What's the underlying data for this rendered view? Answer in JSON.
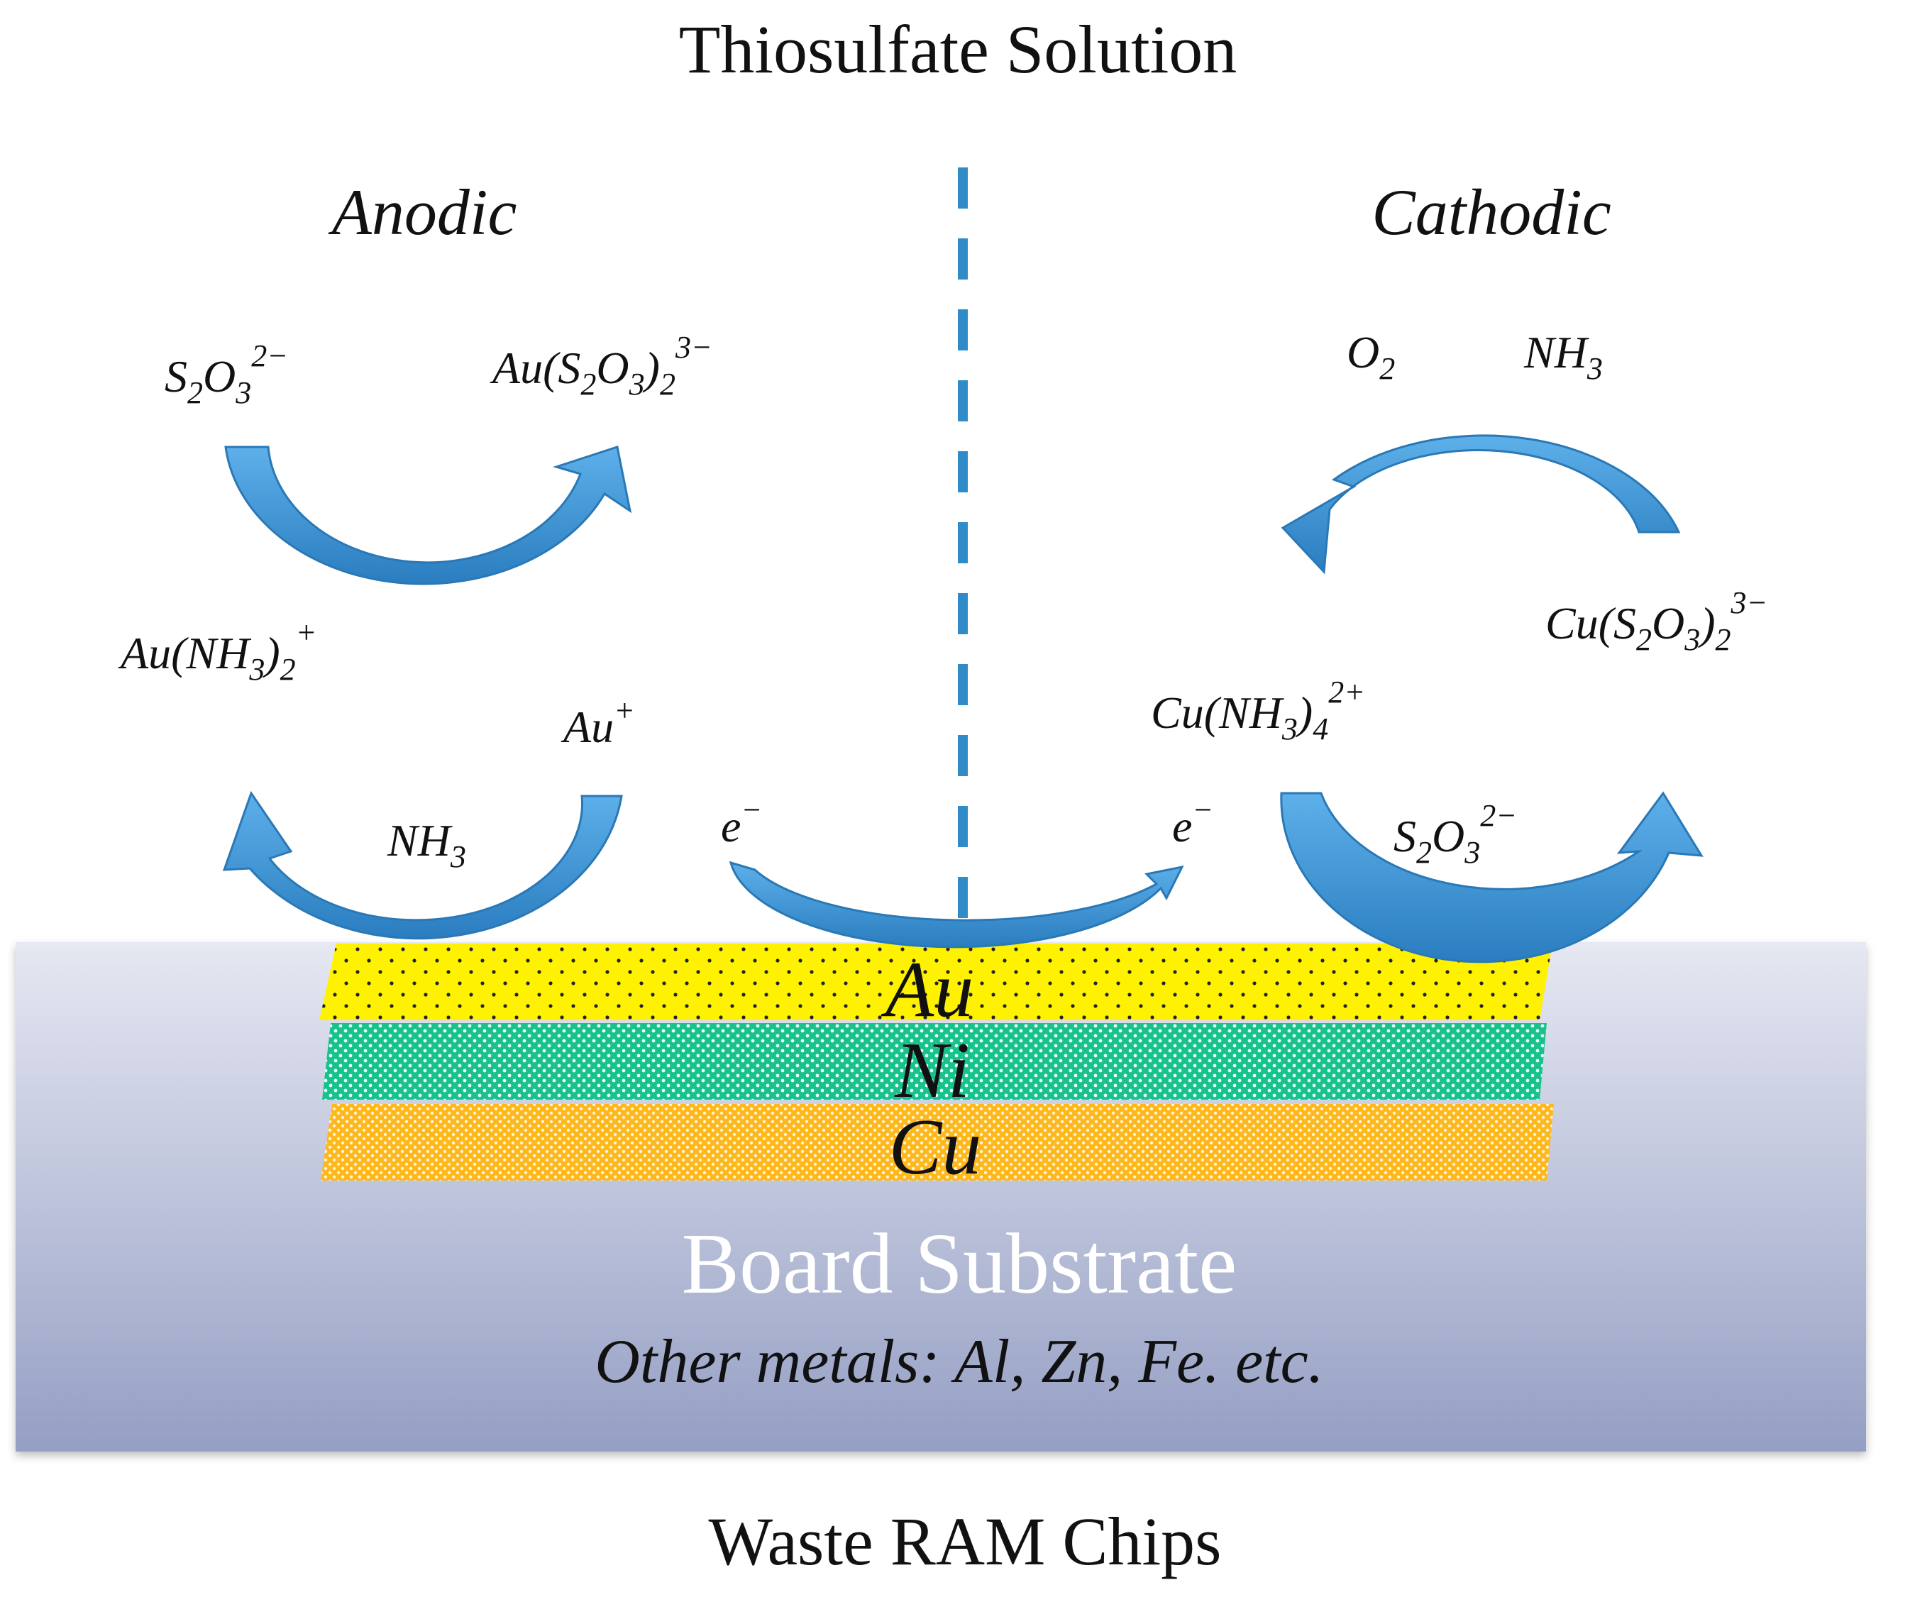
{
  "title": "Thiosulfate Solution",
  "footer": "Waste RAM Chips",
  "sections": {
    "anodic": "Anodic",
    "cathodic": "Cathodic"
  },
  "anodic": {
    "top_left": {
      "base": "S",
      "s1": "2",
      "mid": "O",
      "s2": "3",
      "sup": "2−"
    },
    "top_right": {
      "pre": "Au(S",
      "s1": "2",
      "mid": "O",
      "s2": "3",
      "close": ")",
      "s3": "2",
      "sup": "3−"
    },
    "mid_left": {
      "pre": "Au(NH",
      "s1": "3",
      "close": ")",
      "s2": "2",
      "sup": "+"
    },
    "mid_right": {
      "base": "Au",
      "sup": "+"
    },
    "bottom_center": {
      "base": "NH",
      "s1": "3"
    }
  },
  "cathodic": {
    "top_left": {
      "base": "O",
      "s1": "2"
    },
    "top_right": {
      "base": "NH",
      "s1": "3"
    },
    "mid_right": {
      "pre": "Cu(S",
      "s1": "2",
      "mid": "O",
      "s2": "3",
      "close": ")",
      "s3": "2",
      "sup": "3−"
    },
    "mid_left": {
      "pre": "Cu(NH",
      "s1": "3",
      "close": ")",
      "s2": "4",
      "sup": "2+"
    },
    "bottom_center": {
      "base": "S",
      "s1": "2",
      "mid": "O",
      "s2": "3",
      "sup": "2−"
    }
  },
  "electron": {
    "base": "e",
    "sup": "−"
  },
  "layers": {
    "au": "Au",
    "ni": "Ni",
    "cu": "Cu"
  },
  "substrate": {
    "title": "Board Substrate",
    "subtitle": "Other metals: Al, Zn, Fe. etc."
  },
  "colors": {
    "arrow": "#3f95d4",
    "dash": "#2f8cc8",
    "au_layer": "#fff200",
    "ni_layer": "#19c28c",
    "cu_layer": "#ffb81c",
    "substrate_top": "#e6e8f2",
    "substrate_bottom": "#959fc4"
  }
}
